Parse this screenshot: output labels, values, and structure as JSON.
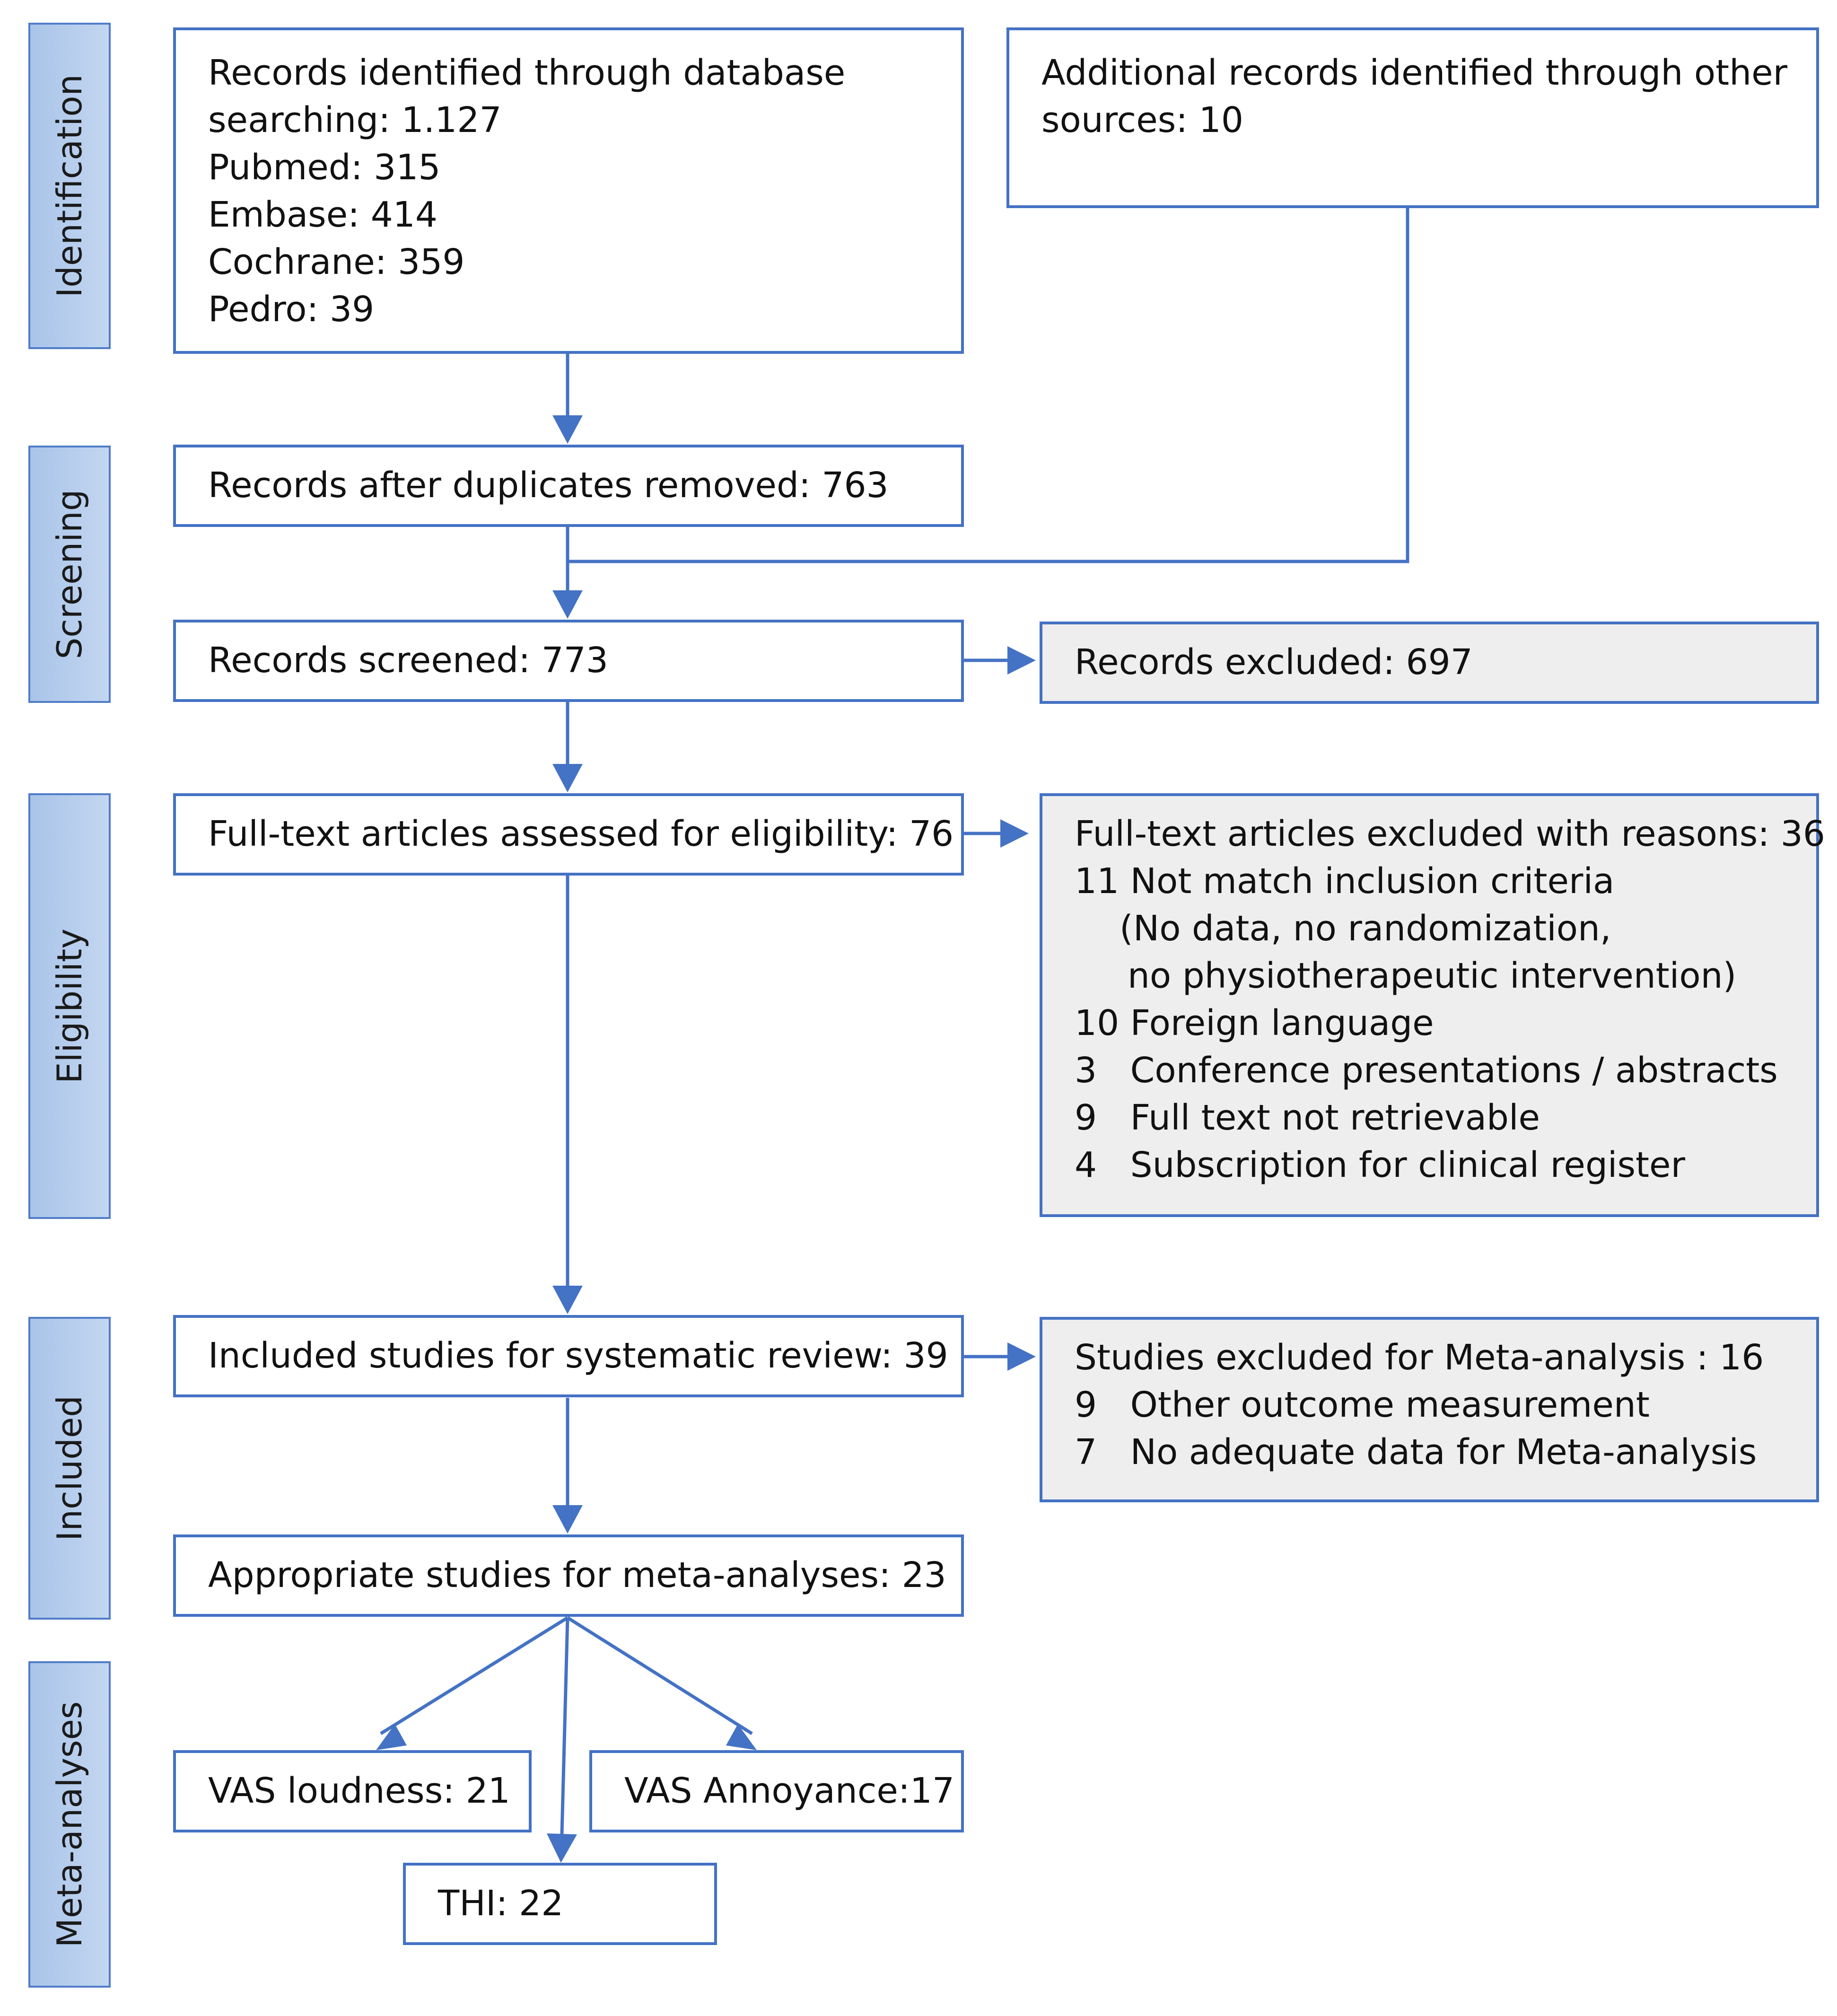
{
  "stages": {
    "identification": "Identification",
    "screening": "Screening",
    "eligibility": "Eligibility",
    "included": "Included",
    "meta_analyses": "Meta-analyses"
  },
  "boxes": {
    "database_records": {
      "lines": [
        "Records identified through database",
        "searching: 1.127",
        "Pubmed: 315",
        "Embase: 414",
        "Cochrane: 359",
        "Pedro: 39"
      ]
    },
    "other_sources": {
      "lines": [
        "Additional records identified through other",
        "sources: 10"
      ]
    },
    "after_duplicates": {
      "text": "Records after duplicates removed: 763"
    },
    "screened": {
      "text": "Records screened: 773"
    },
    "excluded_records": {
      "text": "Records excluded: 697"
    },
    "full_text_assessed": {
      "text": "Full-text articles assessed for eligibility: 76"
    },
    "full_text_excluded": {
      "lines": [
        "Full-text articles excluded with reasons: 36",
        "11 Not match inclusion criteria",
        "(No data, no randomization,",
        "no physiotherapeutic intervention)",
        "10 Foreign language",
        "3   Conference presentations / abstracts",
        "9   Full text not retrievable",
        "4   Subscription for clinical register"
      ]
    },
    "systematic_review": {
      "text": "Included studies for systematic review: 39"
    },
    "meta_excluded": {
      "lines": [
        "Studies excluded for Meta-analysis : 16",
        "9   Other outcome measurement",
        "7   No adequate data for Meta-analysis"
      ]
    },
    "meta_appropriate": {
      "text": "Appropriate studies for meta-analyses: 23"
    },
    "vas_loudness": {
      "text": "VAS loudness: 21"
    },
    "vas_annoyance": {
      "text": "VAS Annoyance:17"
    },
    "thi": {
      "text": "THI: 22"
    }
  },
  "colors": {
    "box_border": "#4472c4",
    "arrow": "#4472c4",
    "stage_fill": "#b4cdee",
    "grey_fill": "#eeeeee"
  }
}
